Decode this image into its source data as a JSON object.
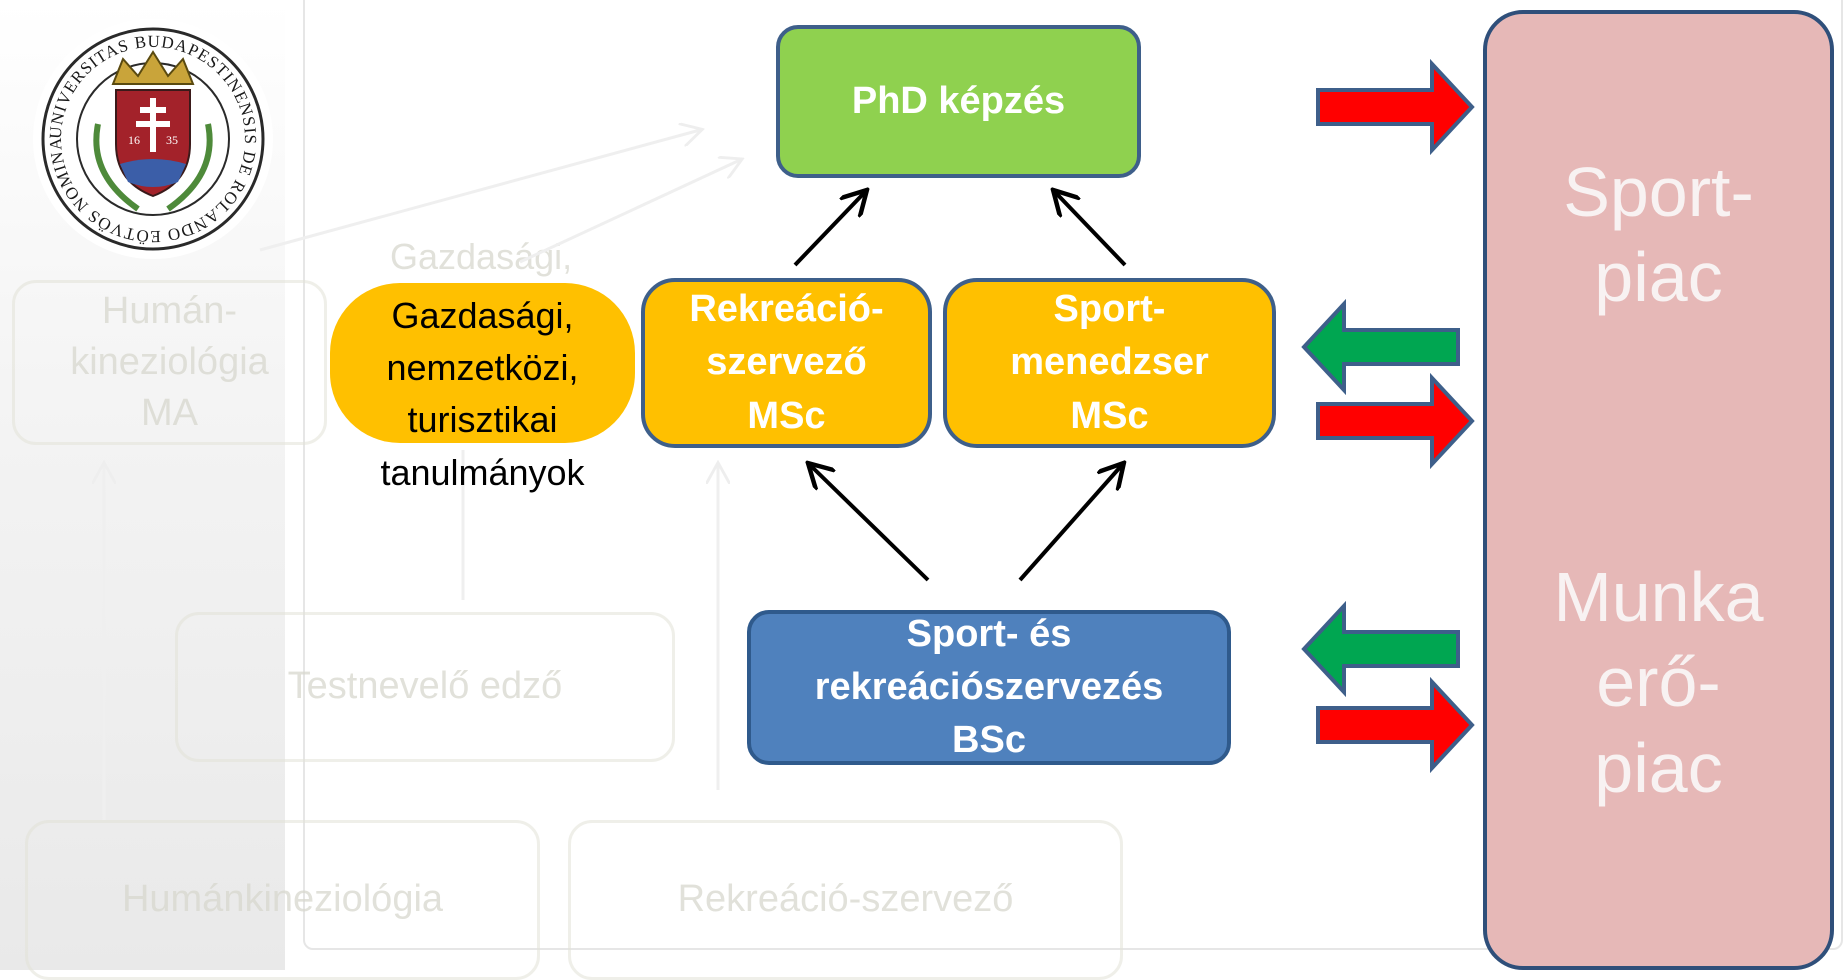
{
  "logo": {
    "ring_text": "UNIVERSITAS BUDAPESTINENSIS DE ROLANDO EÖTVÖS NOMINATA",
    "year_left": "16",
    "year_right": "35"
  },
  "background_ghost": {
    "human_ma_lines": [
      "Humán-",
      "kineziológia",
      "MA"
    ],
    "gazdasagi_faint": "Gazdasági,",
    "testnevelo": "Testnevelő edző",
    "humankineziologia": "Humánkineziológia",
    "rekreacio_szervezo": "Rekreáció-szervező"
  },
  "diagram": {
    "phd": "PhD képzés",
    "rekreacio_msc": [
      "Rekreáció-",
      "szervező",
      "MSc"
    ],
    "sportmenedzser_msc": [
      "Sport-",
      "menedzser",
      "MSc"
    ],
    "bsc": [
      "Sport- és",
      "rekreációszervezés",
      "BSc"
    ],
    "gazdasagi": [
      "Gazdasági,",
      "nemzetközi,",
      "turisztikai",
      "tanulmányok"
    ]
  },
  "market": {
    "sport_piac": [
      "Sport-",
      "piac"
    ],
    "munkaero_piac": [
      "Munka",
      "erő-",
      "piac"
    ]
  },
  "colors": {
    "phd_green": "#8fd14f",
    "msc_yellow": "#ffc000",
    "bsc_blue": "#4f81bd",
    "market_pink": "#e6b8b7",
    "arrow_red": "#ff0000",
    "arrow_green": "#00a651",
    "border_navy": "#3e5f8a"
  }
}
